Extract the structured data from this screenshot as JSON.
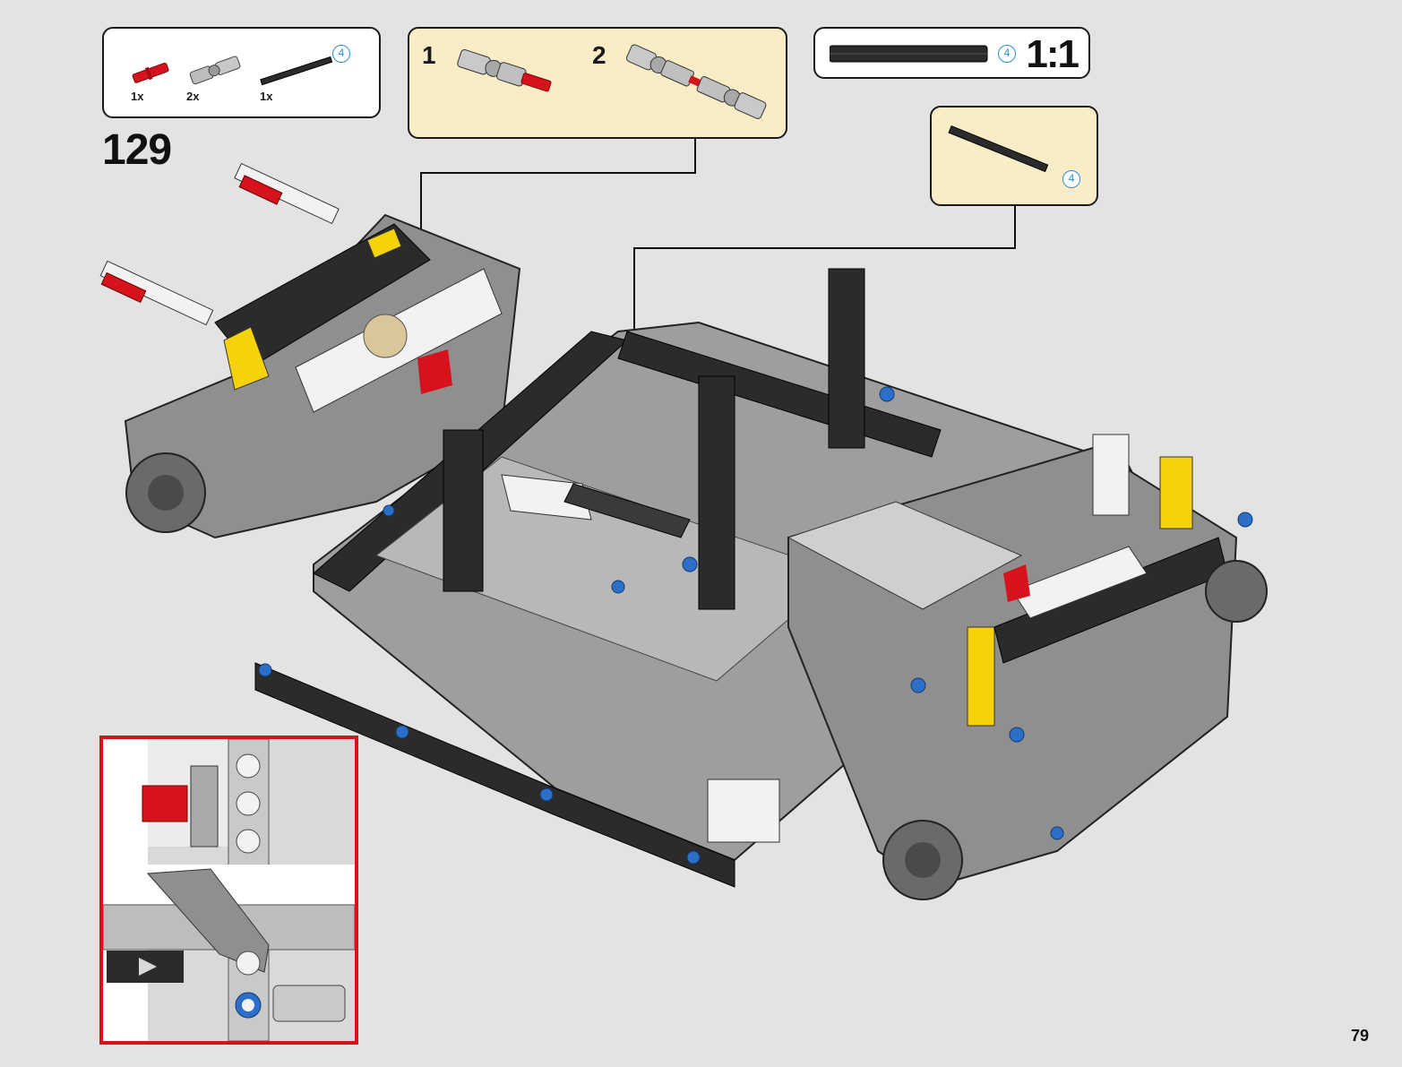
{
  "parts_list": {
    "items": [
      {
        "icon": "red-axle-pin-icon",
        "qty": "1x"
      },
      {
        "icon": "universal-joint-icon",
        "qty": "2x"
      },
      {
        "icon": "black-axle-icon",
        "qty": "1x",
        "length": "4"
      }
    ]
  },
  "sub_steps": [
    {
      "number": "1",
      "icon": "joint-with-pin-icon"
    },
    {
      "number": "2",
      "icon": "double-joint-shaft-icon"
    }
  ],
  "scale": {
    "length": "4",
    "label": "1:1"
  },
  "callout": {
    "length": "4",
    "icon": "axle-4-icon"
  },
  "step_number": "129",
  "page_number": "79",
  "colors": {
    "background": "#e3e3e3",
    "callout_fill": "#f8edc6",
    "inset_border": "#d6121d",
    "length_badge": "#2a8fd6",
    "beam_dark": "#2b2b2b",
    "beam_gray": "#9e9e9e",
    "accent_yellow": "#f5d20a",
    "accent_red": "#d6121d",
    "pin_blue": "#2c6fc9"
  }
}
